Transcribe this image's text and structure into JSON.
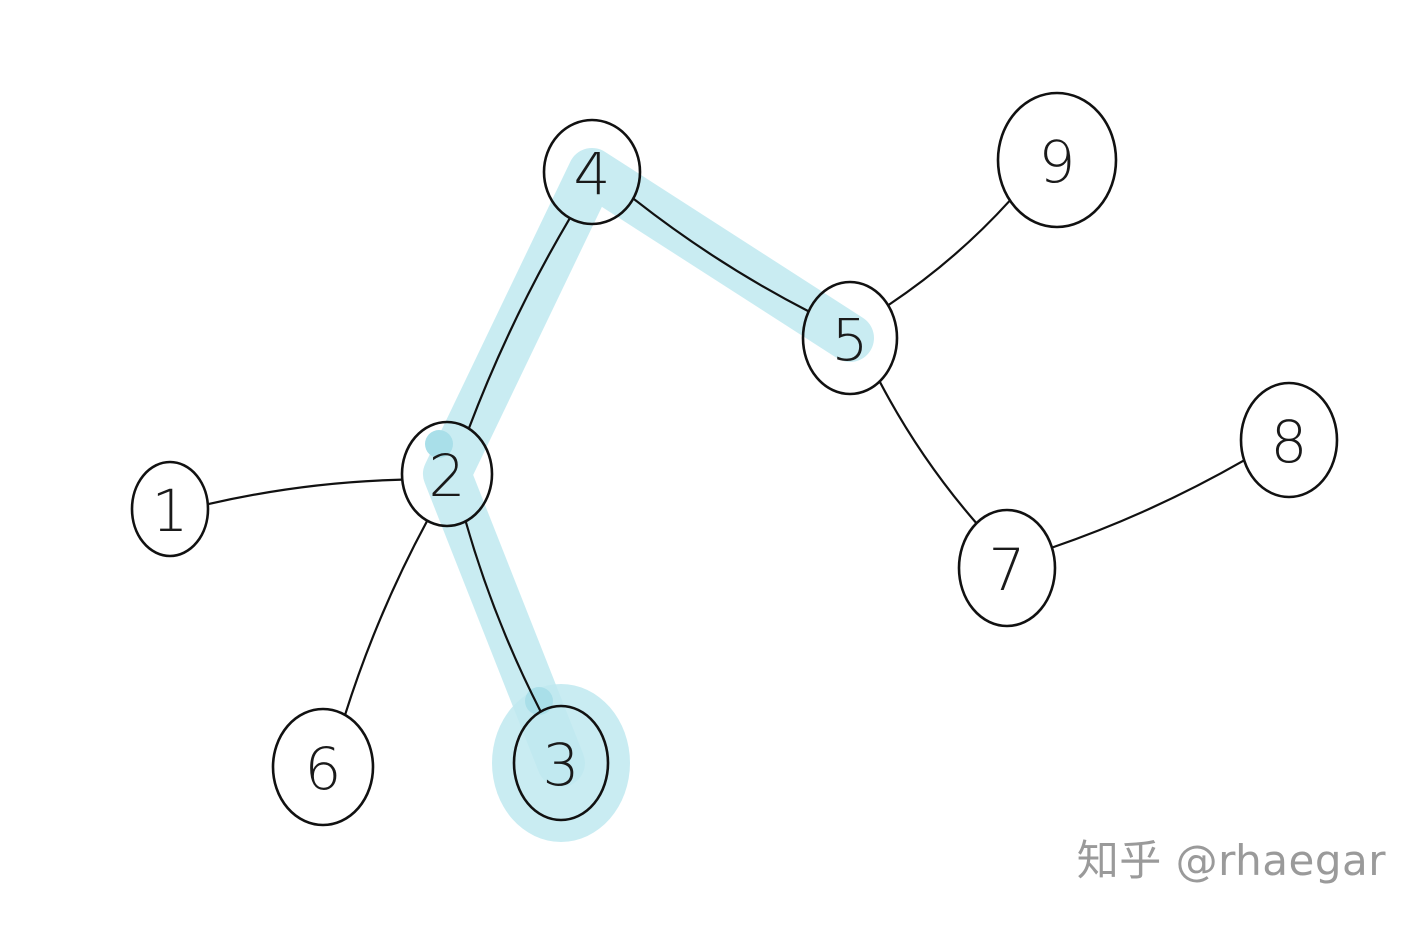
{
  "diagram": {
    "type": "tree",
    "nodes": [
      {
        "id": "n4",
        "label": "4"
      },
      {
        "id": "n9",
        "label": "9"
      },
      {
        "id": "n5",
        "label": "5"
      },
      {
        "id": "n2",
        "label": "2"
      },
      {
        "id": "n1",
        "label": "1"
      },
      {
        "id": "n8",
        "label": "8"
      },
      {
        "id": "n7",
        "label": "7"
      },
      {
        "id": "n6",
        "label": "6"
      },
      {
        "id": "n3",
        "label": "3"
      }
    ],
    "edges": [
      {
        "from": "4",
        "to": "2"
      },
      {
        "from": "4",
        "to": "5"
      },
      {
        "from": "5",
        "to": "9"
      },
      {
        "from": "5",
        "to": "7"
      },
      {
        "from": "7",
        "to": "8"
      },
      {
        "from": "2",
        "to": "1"
      },
      {
        "from": "2",
        "to": "6"
      },
      {
        "from": "2",
        "to": "3"
      }
    ],
    "highlighted_path": [
      "5",
      "4",
      "2",
      "3"
    ],
    "highlight_color": "#bfe9f0",
    "node_highlight_color": "#a9dfe9",
    "line_color": "#111111"
  },
  "watermark": {
    "text": "知乎 @rhaegar"
  }
}
